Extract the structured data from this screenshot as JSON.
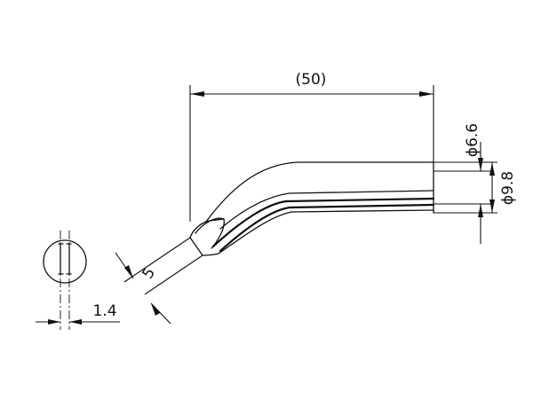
{
  "dimensions": {
    "length": "(50)",
    "tip_width": "5",
    "inner_diameter": "ϕ6.6",
    "outer_diameter": "ϕ9.8",
    "tip_thickness": "1.4"
  }
}
